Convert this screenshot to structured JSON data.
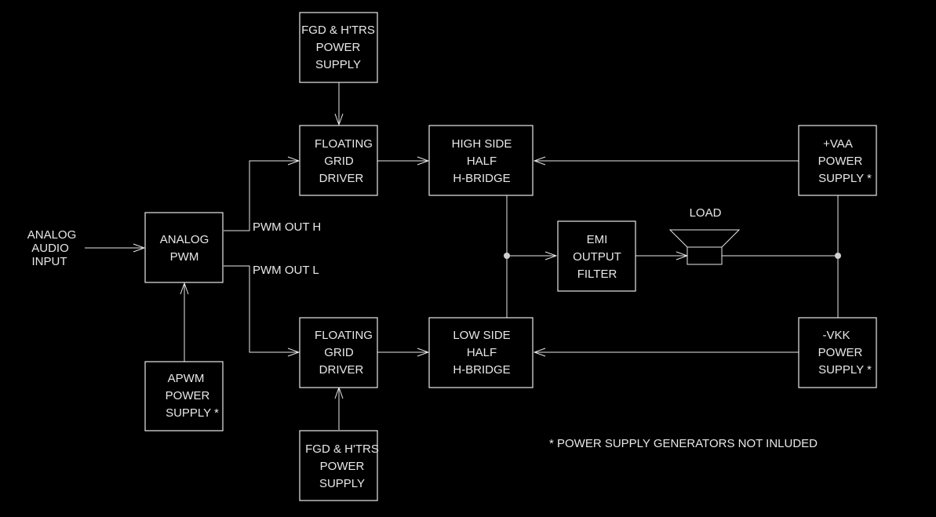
{
  "colors": {
    "background": "#000000",
    "line": "#e8e8e8"
  },
  "blocks": {
    "fgd_top": {
      "l1": "FGD & H'TRS",
      "l2": "POWER",
      "l3": "SUPPLY"
    },
    "fgd_bot": {
      "l1": "FGD & H'TRS",
      "l2": "POWER",
      "l3": "SUPPLY"
    },
    "fgd_driver_top": {
      "l1": "FLOATING",
      "l2": "GRID",
      "l3": "DRIVER"
    },
    "fgd_driver_bot": {
      "l1": "FLOATING",
      "l2": "GRID",
      "l3": "DRIVER"
    },
    "high_side": {
      "l1": "HIGH SIDE",
      "l2": "HALF",
      "l3": "H-BRIDGE"
    },
    "low_side": {
      "l1": "LOW SIDE",
      "l2": "HALF",
      "l3": "H-BRIDGE"
    },
    "vaa": {
      "l1": "+VAA",
      "l2": "POWER",
      "l3": "SUPPLY *"
    },
    "vkk": {
      "l1": "-VKK",
      "l2": "POWER",
      "l3": "SUPPLY *"
    },
    "analog_pwm": {
      "l1": "ANALOG",
      "l2": "PWM"
    },
    "apwm": {
      "l1": "APWM",
      "l2": "POWER",
      "l3": "SUPPLY *"
    },
    "emi": {
      "l1": "EMI",
      "l2": "OUTPUT",
      "l3": "FILTER"
    }
  },
  "labels": {
    "analog_input": {
      "l1": "ANALOG",
      "l2": "AUDIO",
      "l3": "INPUT"
    },
    "pwm_out_h": "PWM OUT H",
    "pwm_out_l": "PWM OUT L",
    "load": "LOAD",
    "footnote": "* POWER SUPPLY GENERATORS NOT INLUDED"
  }
}
